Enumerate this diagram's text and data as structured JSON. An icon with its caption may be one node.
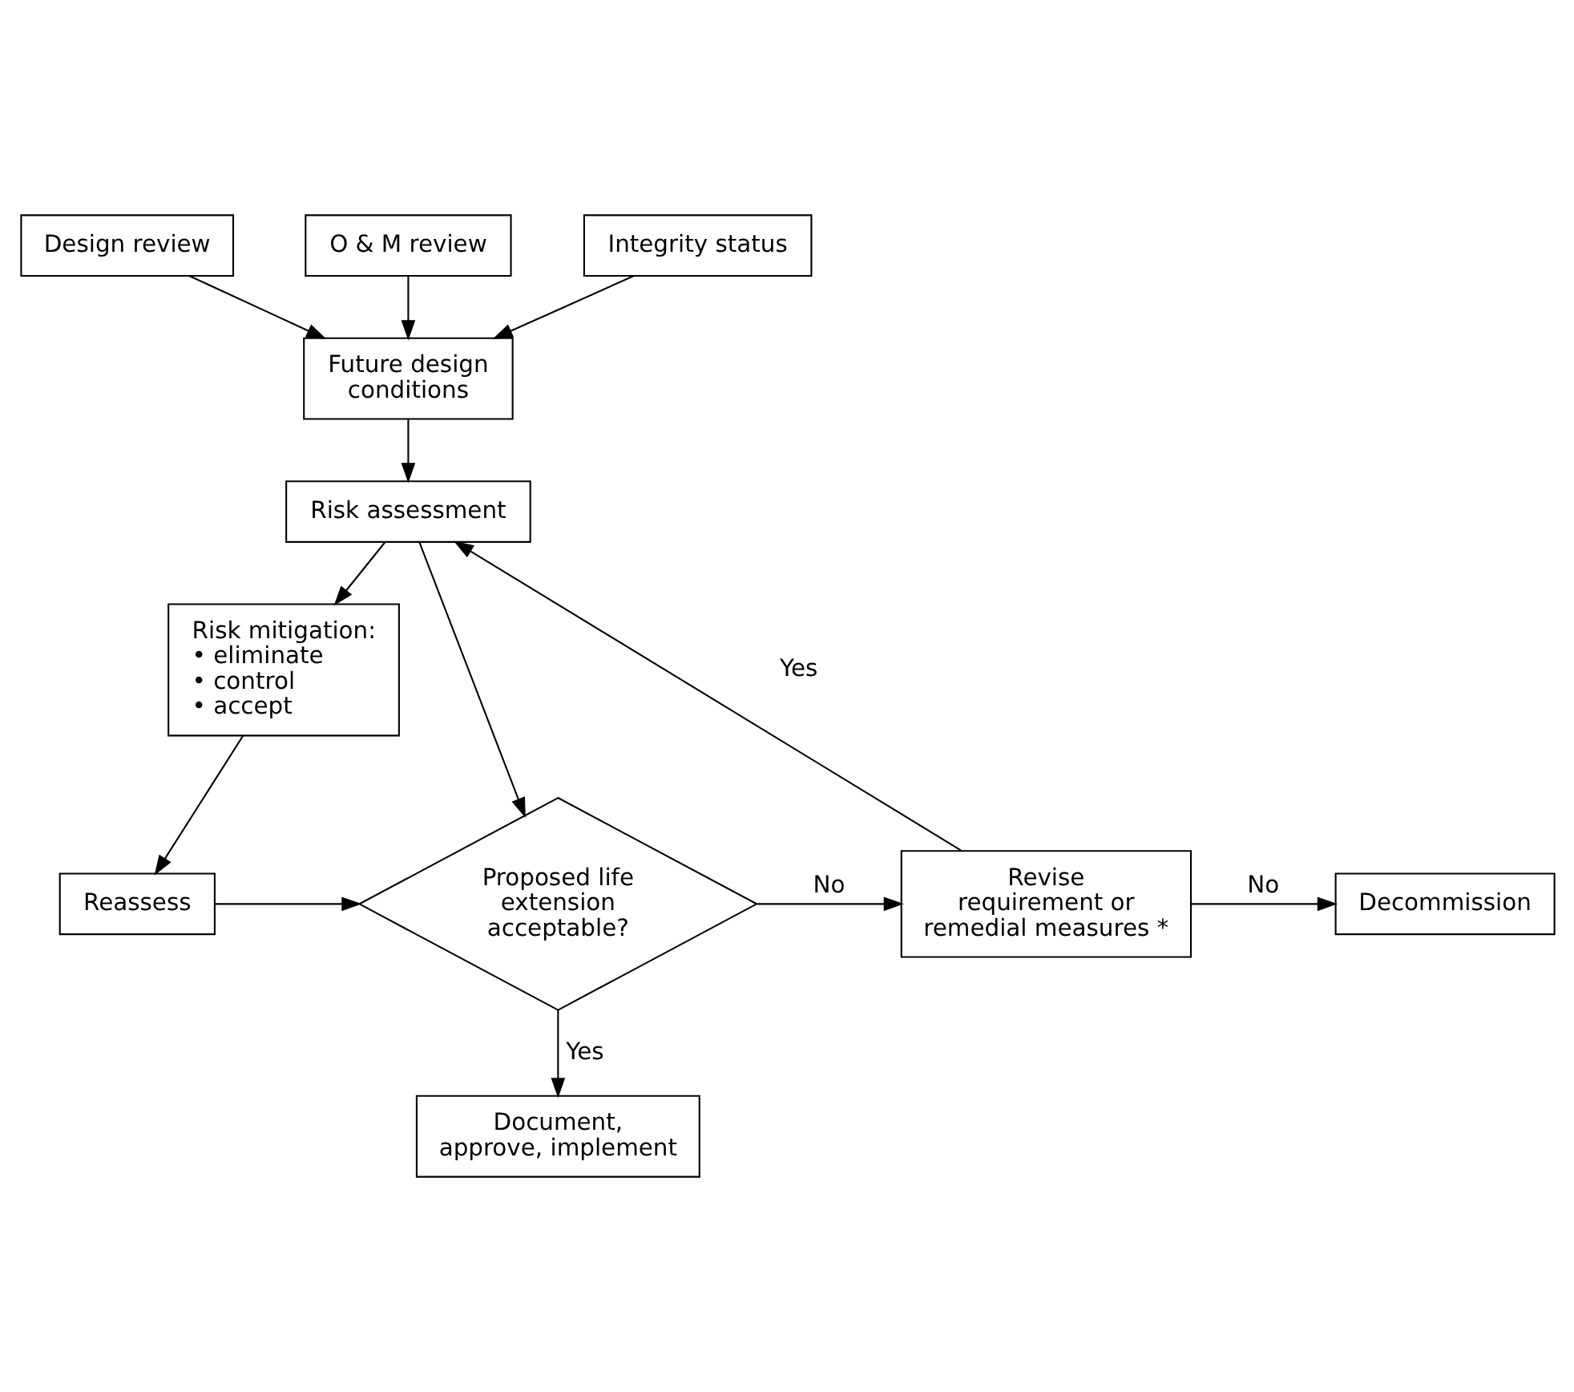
{
  "diagram": {
    "nodes": [
      {
        "text": [
          "Design review"
        ]
      },
      {
        "text": [
          "O & M review"
        ]
      },
      {
        "text": [
          "Integrity status"
        ]
      },
      {
        "text": [
          "Future design conditions"
        ]
      },
      {
        "text": [
          "Risk assessment"
        ]
      },
      {
        "text": [
          "Risk mitigation:",
          "• eliminate",
          "• control",
          "• accept"
        ]
      },
      {
        "text": [
          "Reassess"
        ]
      },
      {
        "text": [
          "Proposed life extension acceptable?"
        ]
      },
      {
        "text": [
          "Revise requirement or remedial measures *"
        ]
      },
      {
        "text": [
          "Decommission"
        ]
      },
      {
        "text": [
          "Document, approve, implement"
        ]
      }
    ],
    "edges": [
      {
        "from": 0,
        "to": 3,
        "arrow": "to"
      },
      {
        "from": 1,
        "to": 3,
        "arrow": "to"
      },
      {
        "from": 2,
        "to": 3,
        "arrow": "to"
      },
      {
        "from": 3,
        "to": 4,
        "arrow": "to"
      },
      {
        "from": 4,
        "to": 5,
        "arrow": "to"
      },
      {
        "from": 4,
        "to": 7,
        "arrow": "to"
      },
      {
        "from": 5,
        "to": 6,
        "arrow": "to"
      },
      {
        "from": 6,
        "to": 7,
        "arrow": "to"
      },
      {
        "from": 7,
        "to": 8,
        "arrow": "to",
        "label": "No"
      },
      {
        "from": 8,
        "to": 9,
        "arrow": "to",
        "label": "No"
      },
      {
        "from": 8,
        "to": 4,
        "arrow": "to",
        "label": "Yes"
      },
      {
        "from": 7,
        "to": 10,
        "arrow": "to",
        "label": "Yes"
      }
    ]
  }
}
